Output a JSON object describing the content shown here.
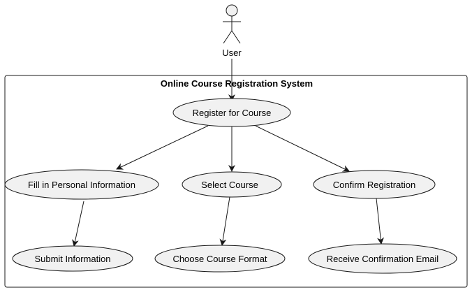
{
  "diagram": {
    "type": "use-case",
    "colors": {
      "background": "#ffffff",
      "usecase_fill": "#f1f1f1",
      "stroke": "#181818",
      "arrow": "#181818"
    },
    "actor": {
      "label": "User",
      "icon": "stick-figure-actor-icon"
    },
    "system": {
      "title": "Online Course Registration System"
    },
    "use_cases": {
      "register": "Register for Course",
      "fill_info": "Fill in Personal Information",
      "select_course": "Select Course",
      "confirm": "Confirm Registration",
      "submit_info": "Submit Information",
      "choose_format": "Choose Course Format",
      "receive_email": "Receive Confirmation Email"
    },
    "relations": [
      {
        "from": "actor",
        "to": "register"
      },
      {
        "from": "register",
        "to": "fill_info"
      },
      {
        "from": "register",
        "to": "select_course"
      },
      {
        "from": "register",
        "to": "confirm"
      },
      {
        "from": "fill_info",
        "to": "submit_info"
      },
      {
        "from": "select_course",
        "to": "choose_format"
      },
      {
        "from": "confirm",
        "to": "receive_email"
      }
    ]
  }
}
